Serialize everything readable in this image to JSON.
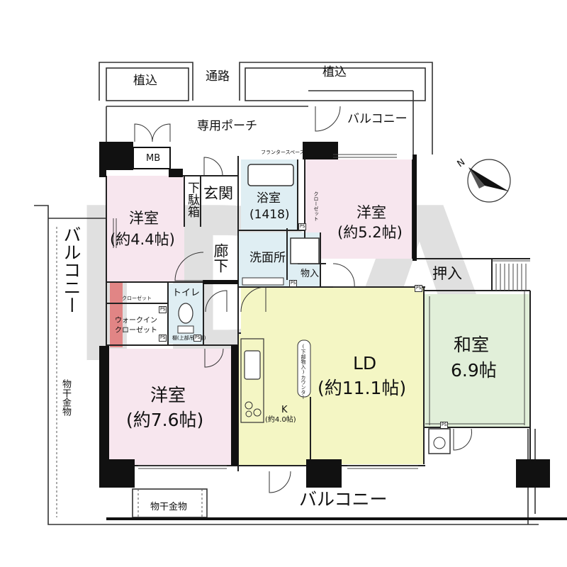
{
  "outside": {
    "planting_left": "植込",
    "passage": "通路",
    "planting_right": "植込",
    "porch": "専用ポーチ",
    "balcony_top": "バルコニー",
    "balcony_left": "バルコニー",
    "balcony_bottom": "バルコニー",
    "drying_left": "物干金物",
    "drying_bottom": "物干金物",
    "planter_space": "フランタースペース"
  },
  "rooms": {
    "entrance": "玄関",
    "shoe_box": "下駄箱",
    "corridor": "廊下",
    "bath_name": "浴室",
    "bath_size": "(1418)",
    "washroom": "洗面所",
    "storage_small": "物入",
    "toilet": "トイレ",
    "toilet_shelf": "棚(上部吊戸棚)",
    "closet": "クローゼット",
    "closet_bath": "クローゼット",
    "walkin_line1": "ウォークイン",
    "walkin_line2": "クローゼット",
    "western1_name": "洋室",
    "western1_size": "(約4.4帖)",
    "western2_name": "洋室",
    "western2_size": "(約5.2帖)",
    "western3_name": "洋室",
    "western3_size": "(約7.6帖)",
    "ld_name": "LD",
    "ld_size": "(約11.1帖)",
    "kitchen_name": "K",
    "kitchen_size": "(約4.0帖)",
    "counter": "(下部物入)カウンター",
    "japanese_name": "和室",
    "japanese_size": "6.9帖",
    "oshiire": "押入",
    "mb": "MB",
    "ps": "PS"
  },
  "watermark": "IDA",
  "colors": {
    "western_room": "#f7e6ee",
    "ld_kitchen": "#f4f6c4",
    "japanese_room": "#e1efd9",
    "wet_area": "#dfeef3",
    "wall": "#111111",
    "watermark": "#a0a0a0",
    "watermark_accent": "#e23a3a"
  },
  "compass": {
    "label": "N"
  }
}
